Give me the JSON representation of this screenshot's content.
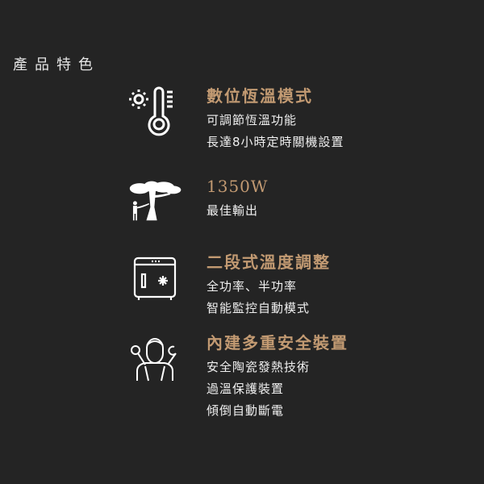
{
  "section": {
    "title": "產品特色"
  },
  "features": [
    {
      "icon": "thermometer-sun-icon",
      "title": "數位恆溫模式",
      "lines": [
        "可調節恆溫功能",
        "長達8小時定時關機設置"
      ]
    },
    {
      "icon": "tree-person-icon",
      "title": "1350W",
      "lines": [
        "最佳輸出"
      ]
    },
    {
      "icon": "heater-appliance-icon",
      "title": "二段式溫度調整",
      "lines": [
        "全功率、半功率",
        "智能監控自動模式"
      ]
    },
    {
      "icon": "worker-wrench-icon",
      "title": "內建多重安全裝置",
      "lines": [
        "安全陶瓷發熱技術",
        "過溫保護裝置",
        "傾倒自動斷電"
      ]
    }
  ],
  "colors": {
    "background": "#242424",
    "accent": "#c29a72",
    "text": "#f0f0f0"
  }
}
